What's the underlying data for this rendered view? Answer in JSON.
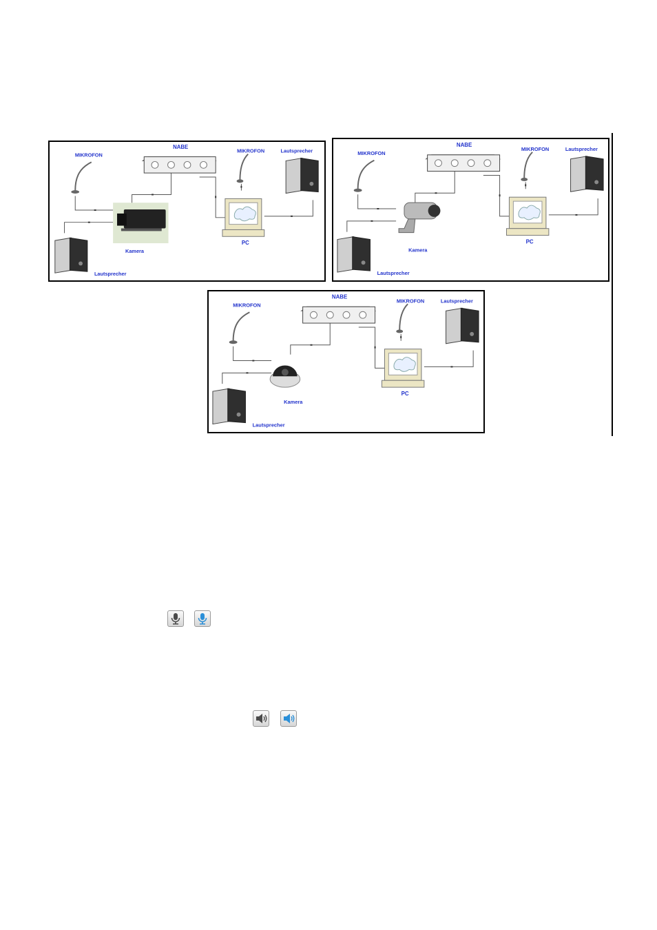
{
  "diagrams": [
    {
      "hub": "NABE",
      "mic_camera": "MIKROFON",
      "mic_pc": "MIKROFON",
      "speaker_pc": "Lautsprecher",
      "camera": "Kamera",
      "pc": "PC",
      "speaker_camera": "Lautsprecher",
      "camera_type": "box-camera"
    },
    {
      "hub": "NABE",
      "mic_camera": "MIKROFON",
      "mic_pc": "MIKROFON",
      "speaker_pc": "Lautsprecher",
      "camera": "Kamera",
      "pc": "PC",
      "speaker_camera": "Lautsprecher",
      "camera_type": "bullet-camera"
    },
    {
      "hub": "NABE",
      "mic_camera": "MIKROFON",
      "mic_pc": "MIKROFON",
      "speaker_pc": "Lautsprecher",
      "camera": "Kamera",
      "pc": "PC",
      "speaker_camera": "Lautsprecher",
      "camera_type": "dome-camera"
    }
  ],
  "icons": {
    "mic_off": "microphone-off-icon",
    "mic_on": "microphone-on-icon",
    "speaker_off": "speaker-off-icon",
    "speaker_on": "speaker-on-icon"
  },
  "colors": {
    "label": "#2233cc",
    "active_icon": "#2a8fd8",
    "inactive_icon": "#555555"
  }
}
